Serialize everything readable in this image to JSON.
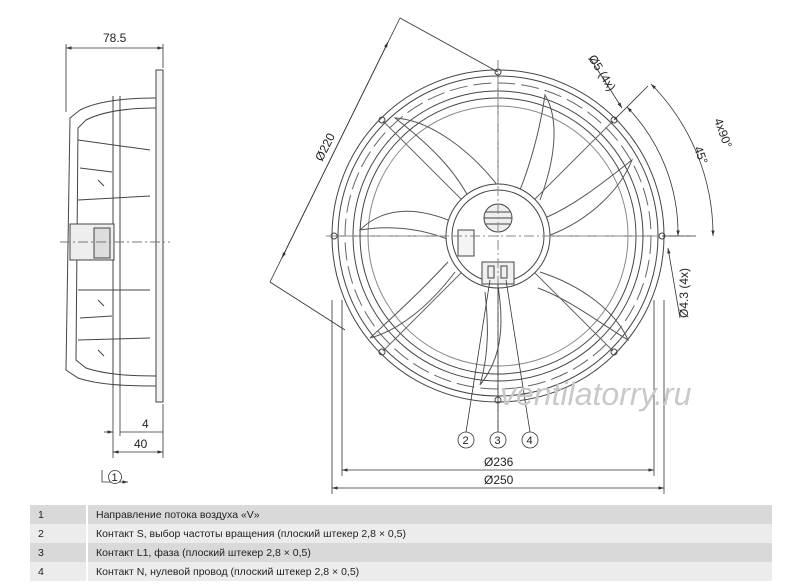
{
  "drawing": {
    "dims": {
      "depth": "78.5",
      "flange_thickness": "4",
      "overall_height": "40",
      "bolt_circle": "Ø220",
      "hole_5": "Ø5 (4x)",
      "hole_43": "Ø4.3 (4x)",
      "angle_45": "45°",
      "angle_90": "4x90°",
      "dia_236": "Ø236",
      "dia_250": "Ø250"
    },
    "callouts": [
      "1",
      "2",
      "3",
      "4"
    ],
    "watermark": "ventilatorry.ru"
  },
  "legend": [
    {
      "num": "1",
      "text": "Направление потока воздуха «V»"
    },
    {
      "num": "2",
      "text": "Контакт S, выбор частоты вращения (плоский штекер 2,8 × 0,5)"
    },
    {
      "num": "3",
      "text": "Контакт L1, фаза (плоский штекер 2,8 × 0,5)"
    },
    {
      "num": "4",
      "text": "Контакт N, нулевой провод (плоский штекер 2,8 × 0,5)"
    }
  ]
}
